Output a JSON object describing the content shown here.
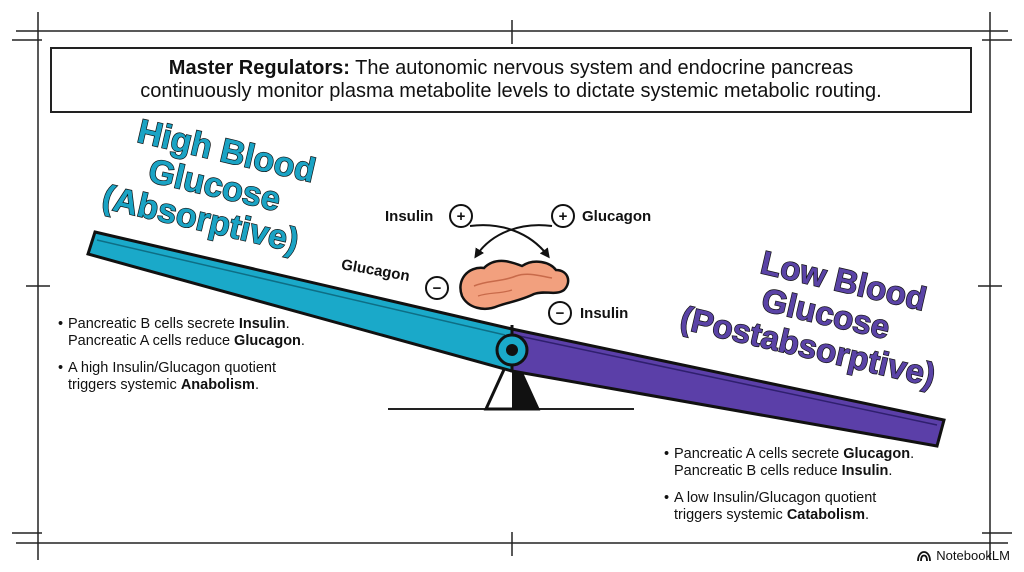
{
  "header": {
    "bold": "Master Regulators:",
    "line1_rest": " The autonomic nervous system and endocrine pancreas",
    "line2": "continuously monitor plasma metabolite levels to dictate systemic metabolic routing."
  },
  "high_side": {
    "title_lines": [
      "High Blood",
      "Glucose",
      "(Absorptive)"
    ],
    "color": "#1AA9C9",
    "title_color": "#1AA3C4",
    "bullets": [
      {
        "l1_pre": "Pancreatic B cells secrete ",
        "l1_bold": "Insulin",
        "l1_post": ".",
        "l2_pre": "Pancreatic A cells reduce ",
        "l2_bold": "Glucagon",
        "l2_post": "."
      },
      {
        "l1_pre": "A high Insulin/Glucagon quotient",
        "l1_bold": "",
        "l1_post": "",
        "l2_pre": "triggers systemic ",
        "l2_bold": "Anabolism",
        "l2_post": "."
      }
    ]
  },
  "low_side": {
    "title_lines": [
      "Low Blood",
      "Glucose",
      "(Postabsorptive)"
    ],
    "color": "#5B3FA8",
    "title_color": "#5A43A6",
    "bullets": [
      {
        "l1_pre": "Pancreatic A cells secrete ",
        "l1_bold": "Glucagon",
        "l1_post": ".",
        "l2_pre": "Pancreatic B cells reduce ",
        "l2_bold": "Insulin",
        "l2_post": "."
      },
      {
        "l1_pre": "A low Insulin/Glucagon quotient",
        "l1_bold": "",
        "l1_post": "",
        "l2_pre": "triggers systemic ",
        "l2_bold": "Catabolism",
        "l2_post": "."
      }
    ]
  },
  "hormone_labels": {
    "insulin_plus": {
      "text": "Insulin",
      "sign": "+"
    },
    "glucagon_plus": {
      "text": "Glucagon",
      "sign": "+"
    },
    "glucagon_minus": {
      "text": "Glucagon",
      "sign": "−"
    },
    "insulin_minus": {
      "text": "Insulin",
      "sign": "−"
    }
  },
  "pancreas_color": "#F2A07E",
  "brand": "NotebookLM"
}
